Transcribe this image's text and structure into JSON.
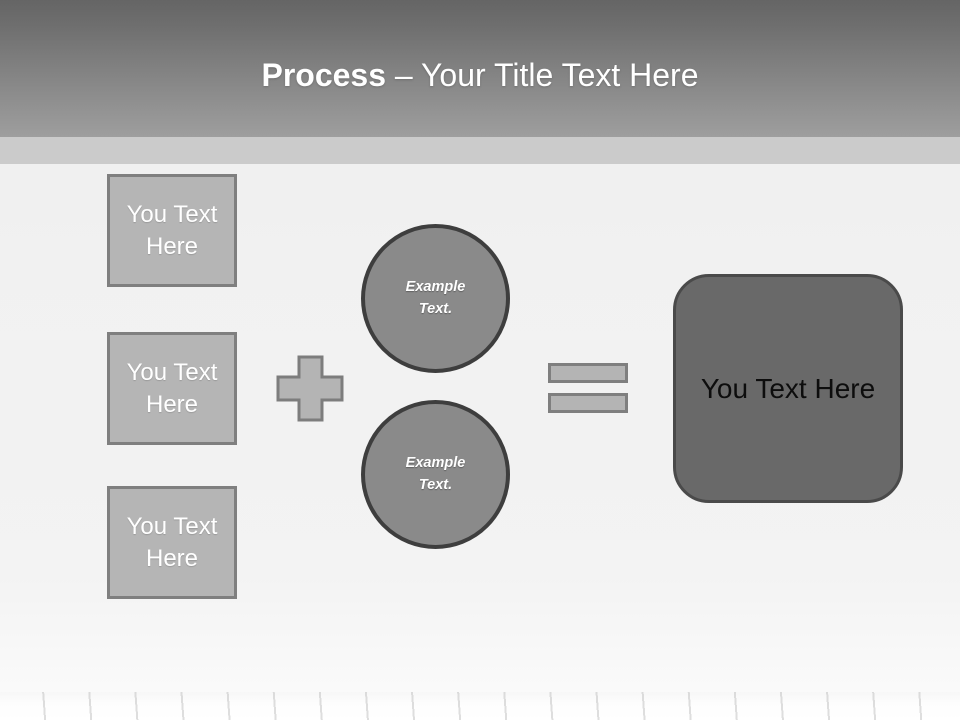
{
  "header": {
    "title_bold": "Process",
    "title_rest": " – Your Title Text Here"
  },
  "diagram": {
    "input_boxes": [
      {
        "label": "You Text Here"
      },
      {
        "label": "You Text Here"
      },
      {
        "label": "You Text Here"
      }
    ],
    "operators": {
      "plus": "plus-icon",
      "equals": "equals-icon"
    },
    "circles": [
      {
        "label": "Example Text."
      },
      {
        "label": "Example Text."
      }
    ],
    "result_box": {
      "label": "You Text Here"
    }
  },
  "colors": {
    "header_gradient_top": "#656565",
    "header_gradient_bottom": "#9e9e9e",
    "header_band": "#cbcbcb",
    "wall_background": "#f1f1f1",
    "title_text": "#ffffff",
    "square_fill": "#b5b5b5",
    "square_border": "#7f7f7f",
    "square_text": "#ffffff",
    "circle_fill": "#8a8a8a",
    "circle_border": "#3e3e3e",
    "circle_text": "#ffffff",
    "operator_fill": "#b4b4b4",
    "operator_border": "#7f7f7f",
    "result_fill": "#696969",
    "result_border": "#4a4a4a",
    "result_text": "#0d0d0d"
  }
}
